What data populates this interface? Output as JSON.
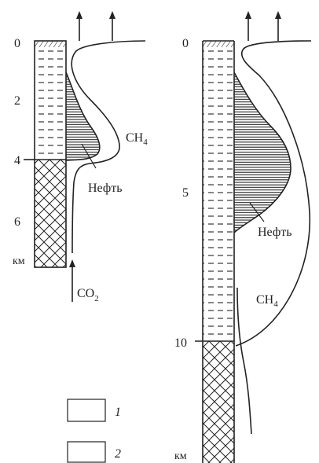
{
  "left_column": {
    "depth_ticks": [
      "0",
      "2",
      "4",
      "6"
    ],
    "unit": "км",
    "gas_label": "CH",
    "gas_sub": "4",
    "oil_label": "Нефть",
    "co2_label": "CO",
    "co2_sub": "2"
  },
  "right_column": {
    "depth_ticks": [
      "0",
      "5",
      "10"
    ],
    "unit": "км",
    "gas_label": "CH",
    "gas_sub": "4",
    "oil_label": "Нефть"
  },
  "legend": {
    "items": [
      {
        "pattern": "dashed-sediment",
        "label": "1"
      },
      {
        "pattern": "crosshatch-basement",
        "label": "2"
      }
    ]
  },
  "colors": {
    "ink": "#222222",
    "background": "#ffffff"
  }
}
